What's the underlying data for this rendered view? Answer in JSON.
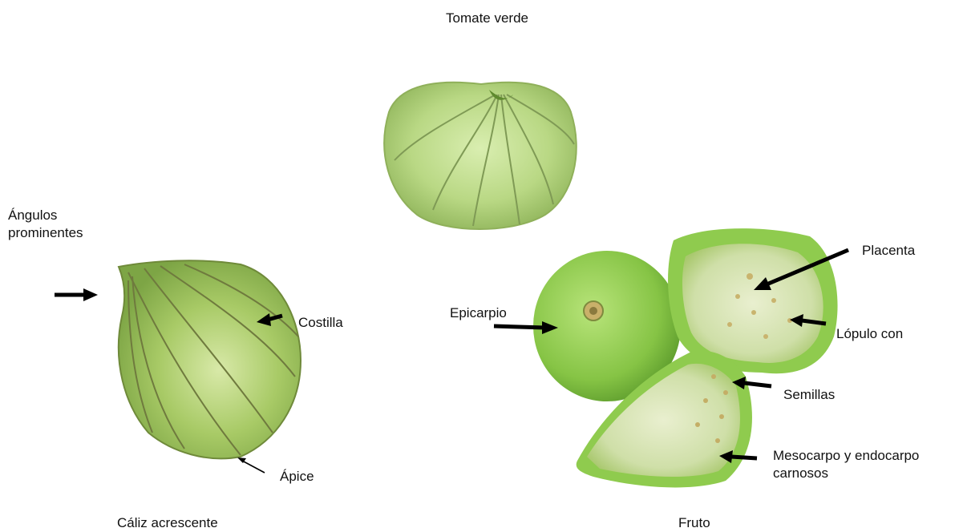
{
  "title": "Tomate verde",
  "calyx": {
    "caption": "Cáliz acrescente",
    "labels": {
      "angulos": "Ángulos prominentes",
      "costilla": "Costilla",
      "apice": "Ápice"
    }
  },
  "fruit": {
    "caption": "Fruto",
    "labels": {
      "epicarpio": "Epicarpio",
      "placenta": "Placenta",
      "lopulo": "Lópulo con",
      "semillas": "Semillas",
      "mesocarpo": "Mesocarpo y endocarpo carnosos"
    }
  },
  "colors": {
    "husk_green": "#b9d884",
    "husk_vein": "#7f9a55",
    "calyx_green": "#9cc05a",
    "calyx_vein": "#6f7a3e",
    "fruit_green": "#8fcb4e",
    "flesh": "#d7e3b5",
    "arrow": "#000000"
  }
}
